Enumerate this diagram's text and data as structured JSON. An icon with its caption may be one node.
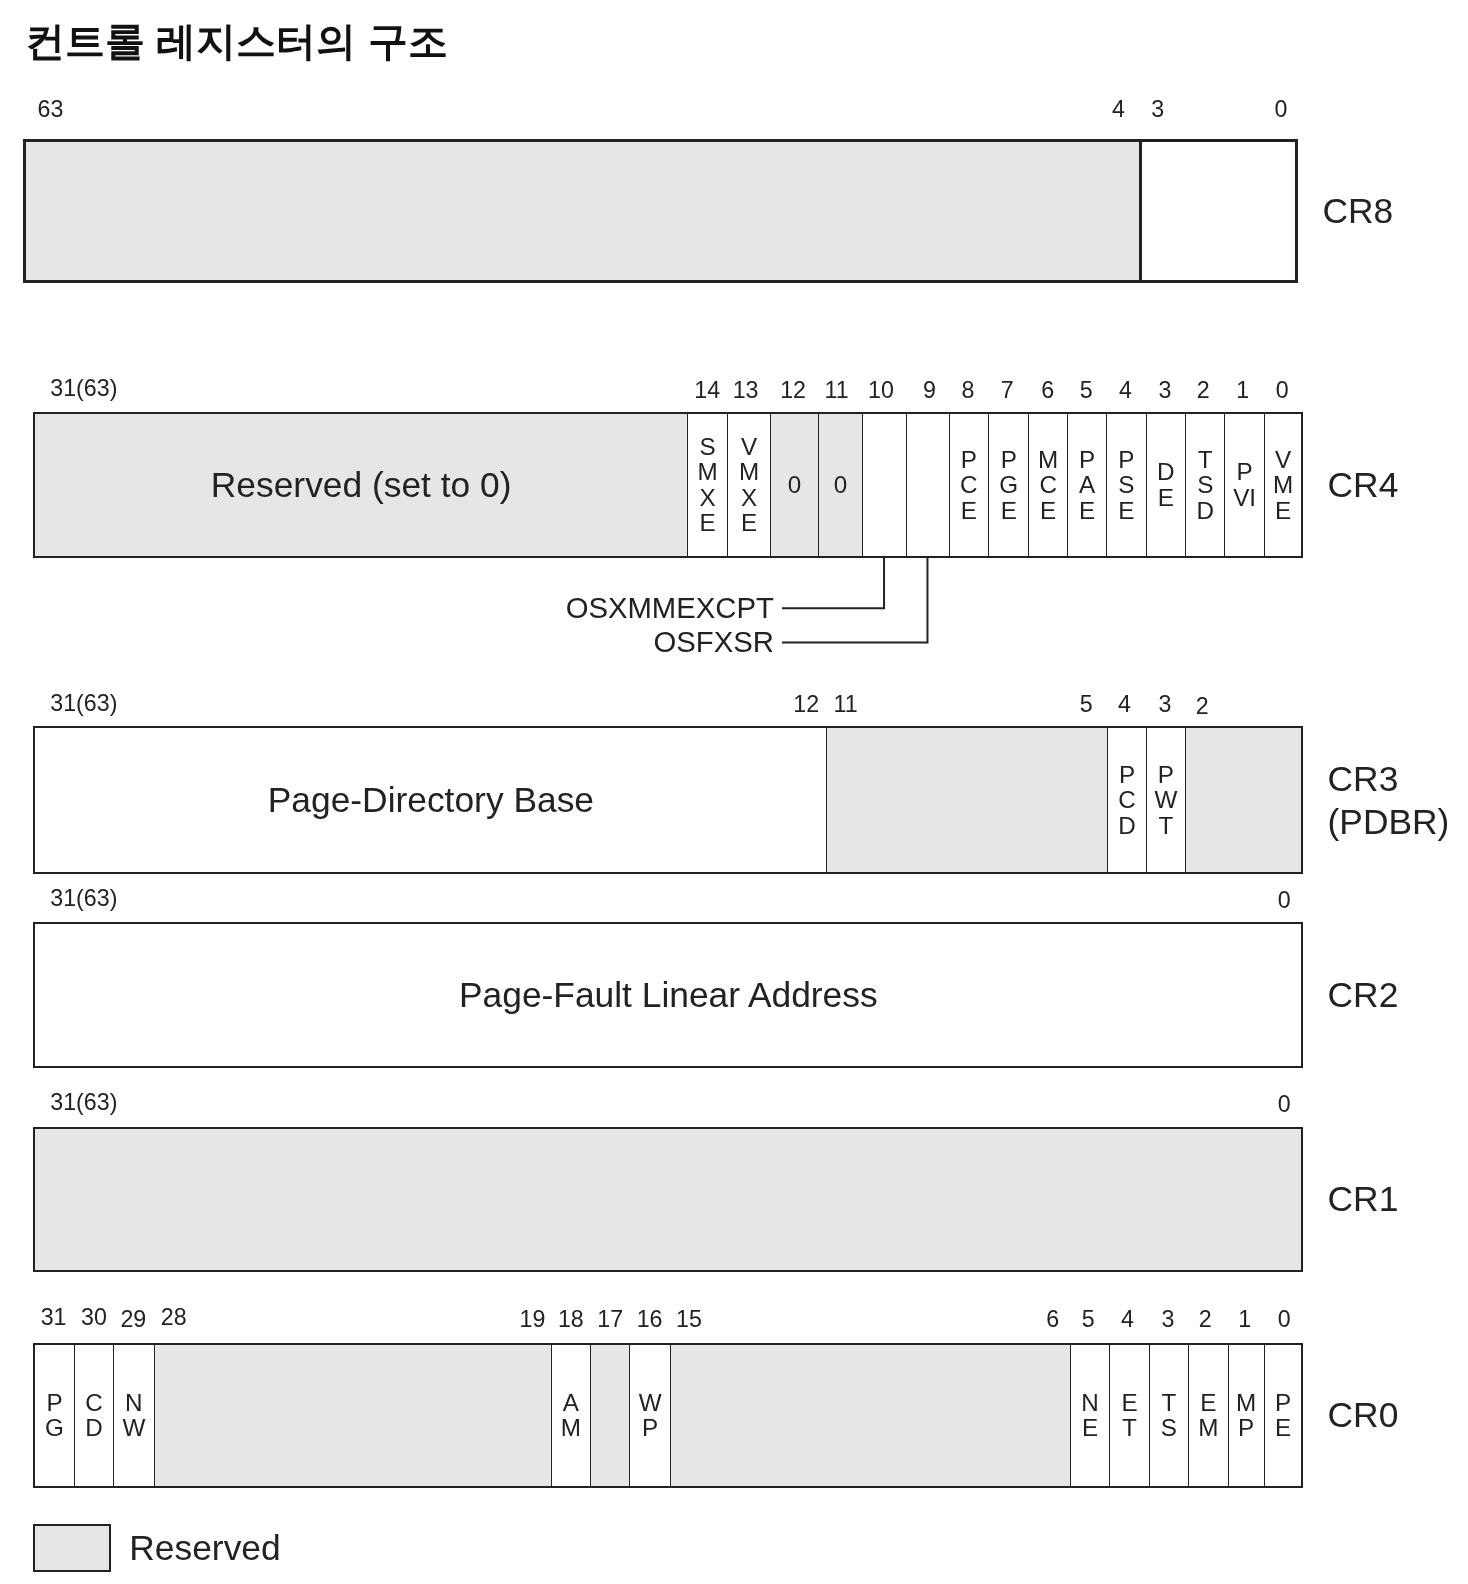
{
  "diagram": {
    "title": "컨트롤 레지스터의 구조",
    "nodes": [
      {
        "text": [
          "CR8"
        ]
      },
      {
        "text": [],
        "shape": "box",
        "in": 0
      },
      {
        "text": [],
        "shape": "box",
        "in": 0
      },
      {
        "text": [
          "CR4"
        ]
      },
      {
        "text": [
          "Reserved (set to 0)"
        ],
        "in": 3
      },
      {
        "text": [
          "SMXE"
        ],
        "in": 3
      },
      {
        "text": [
          "VMXE"
        ],
        "in": 3
      },
      {
        "text": [
          "0"
        ],
        "in": 3
      },
      {
        "text": [
          "0"
        ],
        "in": 3
      },
      {
        "text": [],
        "shape": "box",
        "in": 3
      },
      {
        "text": [],
        "shape": "box",
        "in": 3
      },
      {
        "text": [
          "PCE"
        ],
        "in": 3
      },
      {
        "text": [
          "PGE"
        ],
        "in": 3
      },
      {
        "text": [
          "MCE"
        ],
        "in": 3
      },
      {
        "text": [
          "PAE"
        ],
        "in": 3
      },
      {
        "text": [
          "PSE"
        ],
        "in": 3
      },
      {
        "text": [
          "DE"
        ],
        "in": 3
      },
      {
        "text": [
          "TSD"
        ],
        "in": 3
      },
      {
        "text": [
          "PVI"
        ],
        "in": 3
      },
      {
        "text": [
          "VME"
        ],
        "in": 3
      },
      {
        "text": [
          "OSXMMEXCPT"
        ]
      },
      {
        "text": [
          "OSFXSR"
        ]
      },
      {
        "text": [
          "CR3 (PDBR)"
        ]
      },
      {
        "text": [
          "Page-Directory Base"
        ],
        "in": 22
      },
      {
        "text": [],
        "shape": "box",
        "in": 22
      },
      {
        "text": [
          "PCD"
        ],
        "in": 22
      },
      {
        "text": [
          "PWT"
        ],
        "in": 22
      },
      {
        "text": [],
        "shape": "box",
        "in": 22
      },
      {
        "text": [
          "CR2"
        ]
      },
      {
        "text": [
          "Page-Fault Linear Address"
        ],
        "in": 28
      },
      {
        "text": [
          "CR1"
        ]
      },
      {
        "text": [],
        "shape": "box",
        "in": 30
      },
      {
        "text": [
          "CR0"
        ]
      },
      {
        "text": [
          "PG"
        ],
        "in": 32
      },
      {
        "text": [
          "CD"
        ],
        "in": 32
      },
      {
        "text": [
          "NW"
        ],
        "in": 32
      },
      {
        "text": [],
        "shape": "box",
        "in": 32
      },
      {
        "text": [
          "AM"
        ],
        "in": 32
      },
      {
        "text": [],
        "shape": "box",
        "in": 32
      },
      {
        "text": [
          "WP"
        ],
        "in": 32
      },
      {
        "text": [],
        "shape": "box",
        "in": 32
      },
      {
        "text": [
          "NE"
        ],
        "in": 32
      },
      {
        "text": [
          "ET"
        ],
        "in": 32
      },
      {
        "text": [
          "TS"
        ],
        "in": 32
      },
      {
        "text": [
          "EM"
        ],
        "in": 32
      },
      {
        "text": [
          "MP"
        ],
        "in": 32
      },
      {
        "text": [
          "PE"
        ],
        "in": 32
      }
    ],
    "edges": [
      {
        "from": 20,
        "to": 9,
        "arrow": "none"
      },
      {
        "from": 21,
        "to": 10,
        "arrow": "none"
      }
    ],
    "labels": [
      "63",
      "4",
      "3",
      "0",
      "31(63)",
      "14",
      "13",
      "12",
      "11",
      "10",
      "9",
      "8",
      "7",
      "6",
      "5",
      "4",
      "3",
      "2",
      "1",
      "0",
      "31(63)",
      "12",
      "11",
      "5",
      "4",
      "3",
      "2",
      "31(63)",
      "0",
      "31(63)",
      "0",
      "31",
      "30",
      "29",
      "28",
      "19",
      "18",
      "17",
      "16",
      "15",
      "6",
      "5",
      "4",
      "3",
      "2",
      "1",
      "0"
    ],
    "legend": [
      {
        "text": "Reserved",
        "color": "#e6e6e6"
      }
    ]
  }
}
